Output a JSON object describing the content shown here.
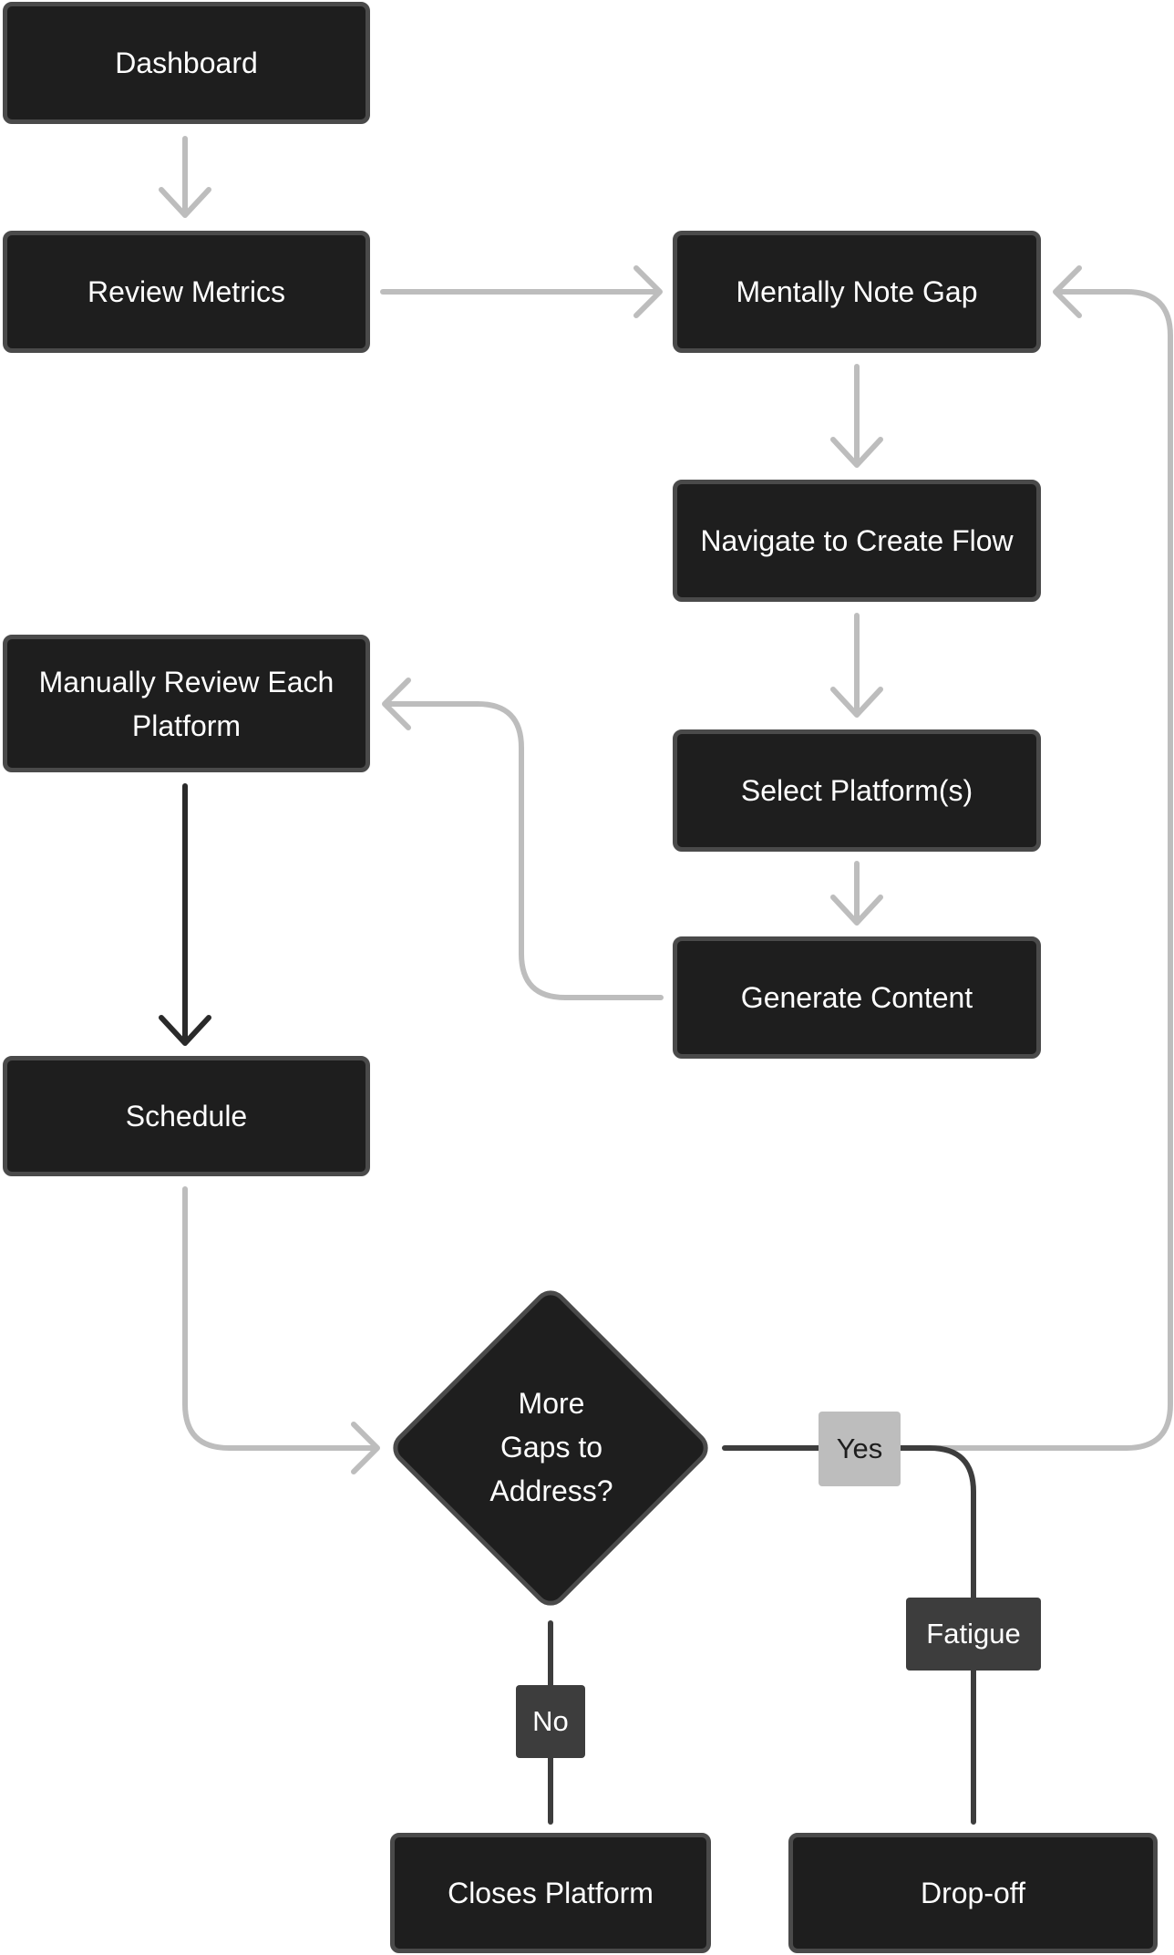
{
  "nodes": {
    "dashboard": "Dashboard",
    "review_metrics": "Review Metrics",
    "mentally_note_gap": "Mentally Note Gap",
    "navigate_create_flow": "Navigate to Create Flow",
    "select_platforms": "Select Platform(s)",
    "generate_content": "Generate Content",
    "manually_review_line1": "Manually Review Each",
    "manually_review_line2": "Platform",
    "schedule": "Schedule",
    "closes_platform": "Closes Platform",
    "drop_off": "Drop-off"
  },
  "decision": {
    "line1": "More",
    "line2": "Gaps to",
    "line3": "Address?"
  },
  "edge_labels": {
    "yes": "Yes",
    "no": "No",
    "fatigue": "Fatigue"
  },
  "colors": {
    "node_fill": "#1e1e1e",
    "node_border": "#4a4a4a",
    "light_connector": "#bdbdbd",
    "dark_connector": "#3d3d3d",
    "text": "#ffffff"
  }
}
